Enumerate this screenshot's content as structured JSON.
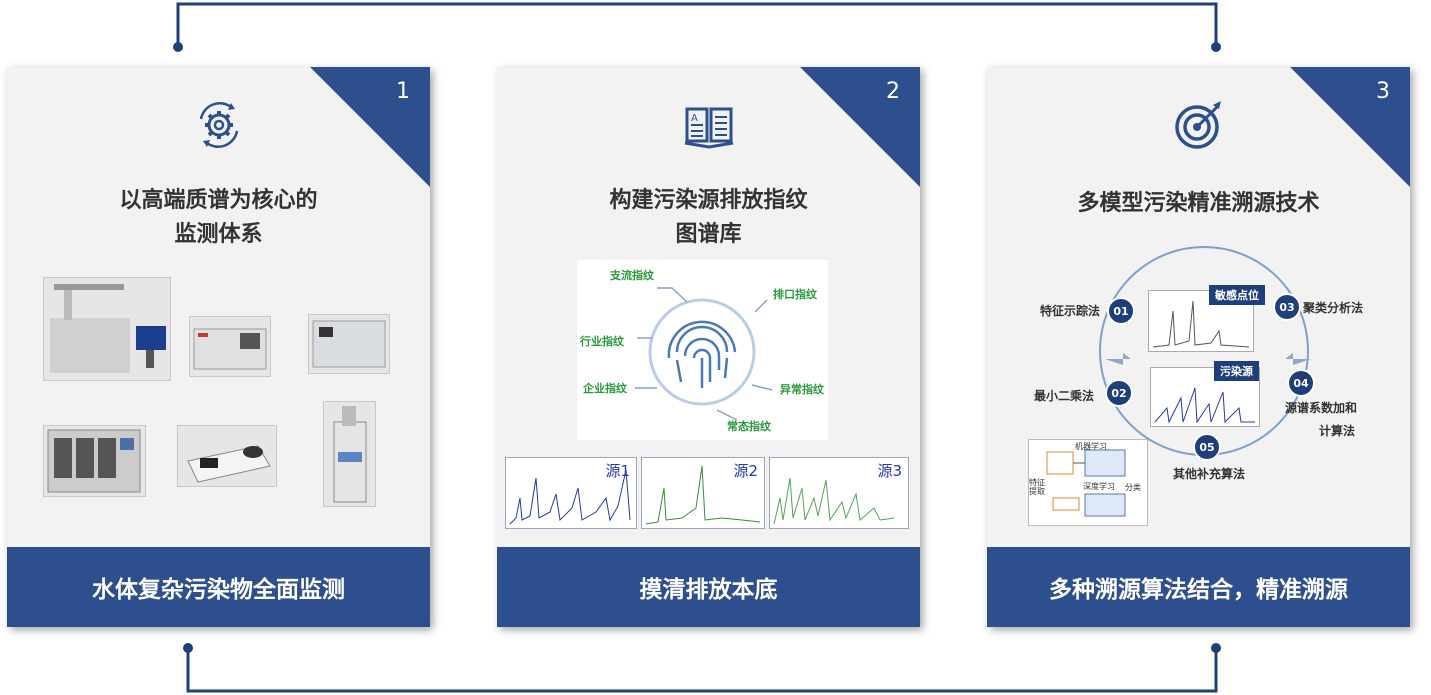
{
  "colors": {
    "accent": "#2d4f8e",
    "card_bg": "#f2f2f2",
    "fingerprint_label": "#2a9a3a",
    "spectrum_label": "#2438b0"
  },
  "cards": [
    {
      "number": "1",
      "icon": "gear-cycle-icon",
      "title_line1": "以高端质谱为核心的",
      "title_line2": "监测体系",
      "footer": "水体复杂污染物全面监测"
    },
    {
      "number": "2",
      "icon": "book-icon",
      "title_line1": "构建污染源排放指纹",
      "title_line2": "图谱库",
      "footer": "摸清排放本底",
      "fingerprint_labels": {
        "top_left": "支流指纹",
        "mid_left": "行业指纹",
        "bottom_left": "企业指纹",
        "top_right": "排口指纹",
        "mid_right": "异常指纹",
        "bottom_right": "常态指纹"
      },
      "spectra": [
        "源1",
        "源2",
        "源3"
      ]
    },
    {
      "number": "3",
      "icon": "target-icon",
      "title_line1": "多模型污染精准溯源技术",
      "footer": "多种溯源算法结合，精准溯源",
      "steps": [
        {
          "num": "01",
          "label": "特征示踪法"
        },
        {
          "num": "02",
          "label": "最小二乘法"
        },
        {
          "num": "03",
          "label": "聚类分析法"
        },
        {
          "num": "04",
          "label": "源谱系数加和",
          "label2": "计算法"
        },
        {
          "num": "05",
          "label": "其他补充算法"
        }
      ],
      "tags": {
        "sensitive": "敏感点位",
        "source": "污染源"
      },
      "ml": {
        "title_top": "机器学习",
        "title_bottom": "深度学习",
        "feat": "特征",
        "extract": "提取",
        "classify": "分类"
      }
    }
  ]
}
